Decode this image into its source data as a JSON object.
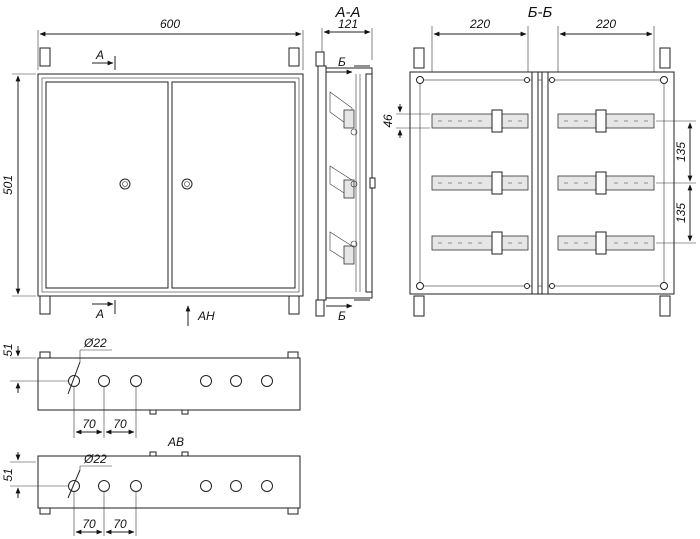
{
  "front_view": {
    "width_dim": "600",
    "height_dim": "501",
    "section_a_top": "А",
    "section_a_bottom": "А",
    "view_an": "АН"
  },
  "section_aa": {
    "title": "А-А",
    "depth_dim": "121",
    "section_b_top": "Б",
    "section_b_bottom": "Б"
  },
  "section_bb": {
    "title": "Б-Б",
    "left_width_dim": "220",
    "right_width_dim": "220",
    "rail_height_dim": "46",
    "pitch_dim_1": "135",
    "pitch_dim_2": "135"
  },
  "bottom_view_an": {
    "height_dim": "51",
    "hole_dim": "Ø22",
    "spacing_1": "70",
    "spacing_2": "70"
  },
  "bottom_view_av": {
    "title": "АВ",
    "height_dim": "51",
    "hole_dim": "Ø22",
    "spacing_1": "70",
    "spacing_2": "70"
  }
}
